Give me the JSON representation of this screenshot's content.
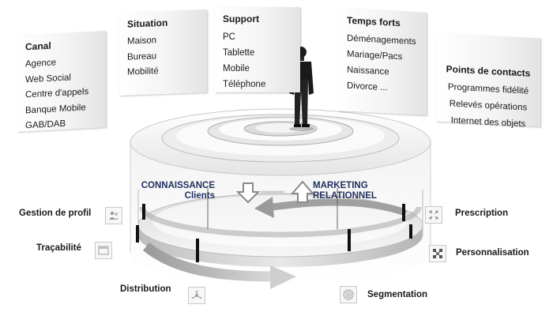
{
  "panels": {
    "canal": {
      "heading": "Canal",
      "items": [
        "Agence",
        "Web Social",
        "Centre d'appels",
        "Banque Mobile",
        "GAB/DAB"
      ]
    },
    "situation": {
      "heading": "Situation",
      "items": [
        "Maison",
        "Bureau",
        "Mobilité"
      ]
    },
    "support": {
      "heading": "Support",
      "items": [
        "PC",
        "Tablette",
        "Mobile",
        "Téléphone"
      ]
    },
    "temps_forts": {
      "heading": "Temps forts",
      "items": [
        "Déménagements",
        "Mariage/Pacs",
        "Naissance",
        "Divorce ..."
      ]
    },
    "points_de_contacts": {
      "heading": "Points de contacts",
      "items": [
        "Programmes fidélité",
        "Relevés opérations",
        "Internet des objets"
      ]
    }
  },
  "flows": {
    "connaissance": {
      "line1": "CONNAISSANCE",
      "line2": "Clients",
      "icon": "arrow-down-icon"
    },
    "marketing": {
      "line1": "MARKETING",
      "line2": "RELATIONNEL",
      "icon": "arrow-up-icon"
    }
  },
  "functions": {
    "gestion_de_profil": {
      "label": "Gestion de profil",
      "icon": "users-icon"
    },
    "tracabilite": {
      "label": "Traçabilité",
      "icon": "window-icon"
    },
    "distribution": {
      "label": "Distribution",
      "icon": "network-icon"
    },
    "segmentation": {
      "label": "Segmentation",
      "icon": "target-icon"
    },
    "personnalisation": {
      "label": "Personnalisation",
      "icon": "grid-icon"
    },
    "prescription": {
      "label": "Prescription",
      "icon": "expand-icon"
    }
  },
  "colors": {
    "flow_text": "#1f2f5e",
    "ring_dark": "#9a9a9a",
    "ring_light": "#f2f2f2",
    "marker": "#111111"
  }
}
